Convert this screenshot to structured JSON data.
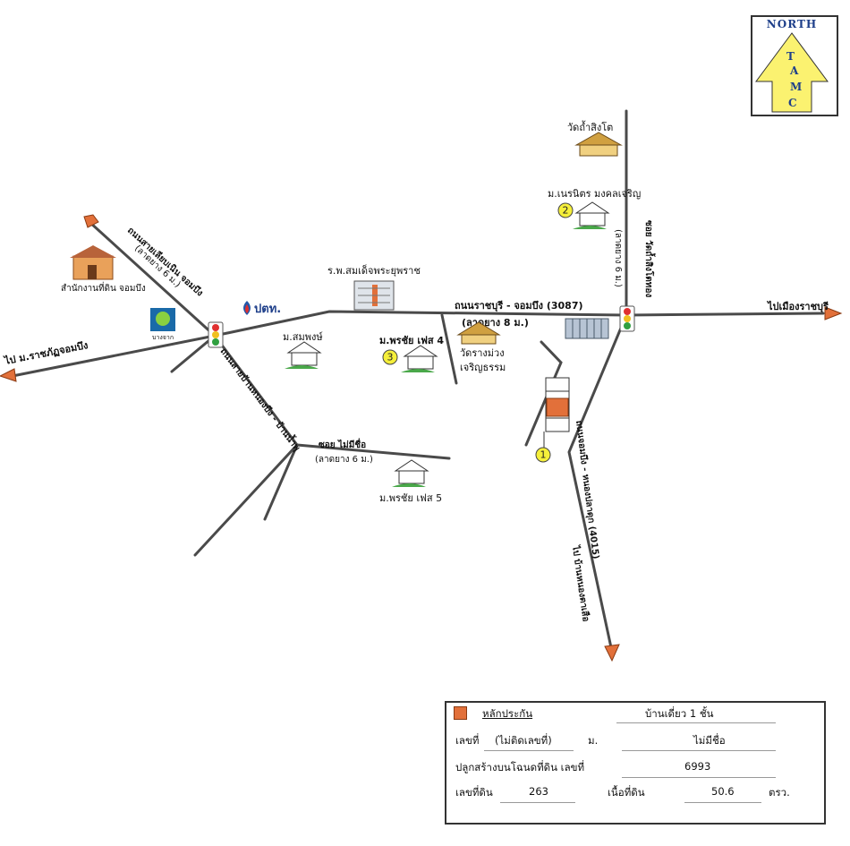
{
  "north": {
    "label": "NORTH",
    "letters": [
      "T",
      "A",
      "M",
      "C"
    ]
  },
  "roads": {
    "main": "ถนนราชบุรี - จอมบึง (3087)",
    "main_width": "(ลาดยาง 8 ม.)",
    "to_ratchaburi": "ไปเมืองราชบุรี",
    "to_chombueng": "ไป ม.ราชภัฏจอมบึง",
    "nw_road": "ถนนสายเลียบเนิน จอมบึง",
    "nw_width": "(ลาดยาง 6 ม.)",
    "sw_road": "ถนนสายบ้านหนองบึง - บ้านน้ำพุ",
    "soi": "ซอย ไม่มีชื่อ",
    "soi_width": "(ลาดยาง 6 ม.)",
    "north_road": "ซอย วัดถ้ำสิงโตทอง",
    "north_width": "(ลาดยาง 6 ม.)",
    "south_road": "ไป บ้านหนองตาเสือ",
    "south_road2": "ถนนจอมบึง - หนองปลาดุก (4015)"
  },
  "places": {
    "land_office": "สำนักงานที่ดิน จอมบึง",
    "bangchak": "บางจาก",
    "ptt": "ปตท.",
    "hospital": "ร.พ.สมเด็จพระยุพราช",
    "wat_tham": "วัดถ้ำสิงโต",
    "village_2": "ม.เนรนิตร มงคลเจริญ",
    "somphong": "ม.สมพงษ์",
    "phon4": "ม.พรชัย เฟส 4",
    "wat_rang": "วัดรางม่วง",
    "wat_rang2": "เจริญธรรม",
    "phon5": "ม.พรชัย เฟส 5"
  },
  "pins": [
    "1",
    "2",
    "3"
  ],
  "legend": {
    "collateral": "หลักประกัน",
    "type": "บ้านเดี่ยว 1  ชั้น",
    "no_label": "เลขที่",
    "no_value": "(ไม่ติดเลขที่)",
    "moo_label": "ม.",
    "moo_value": "ไม่มีชื่อ",
    "deed_label": "ปลูกสร้างบนโฉนดที่ดิน เลขที่",
    "deed_value": "6993",
    "land_no_label": "เลขที่ดิน",
    "land_no_value": "263",
    "area_label": "เนื้อที่ดิน",
    "area_value": "50.6",
    "area_unit": "ตรว."
  },
  "colors": {
    "collateral": "#e2703a",
    "arrow": "#e2703a",
    "pin": "#f5ef3a",
    "road": "#4a4a4a"
  }
}
